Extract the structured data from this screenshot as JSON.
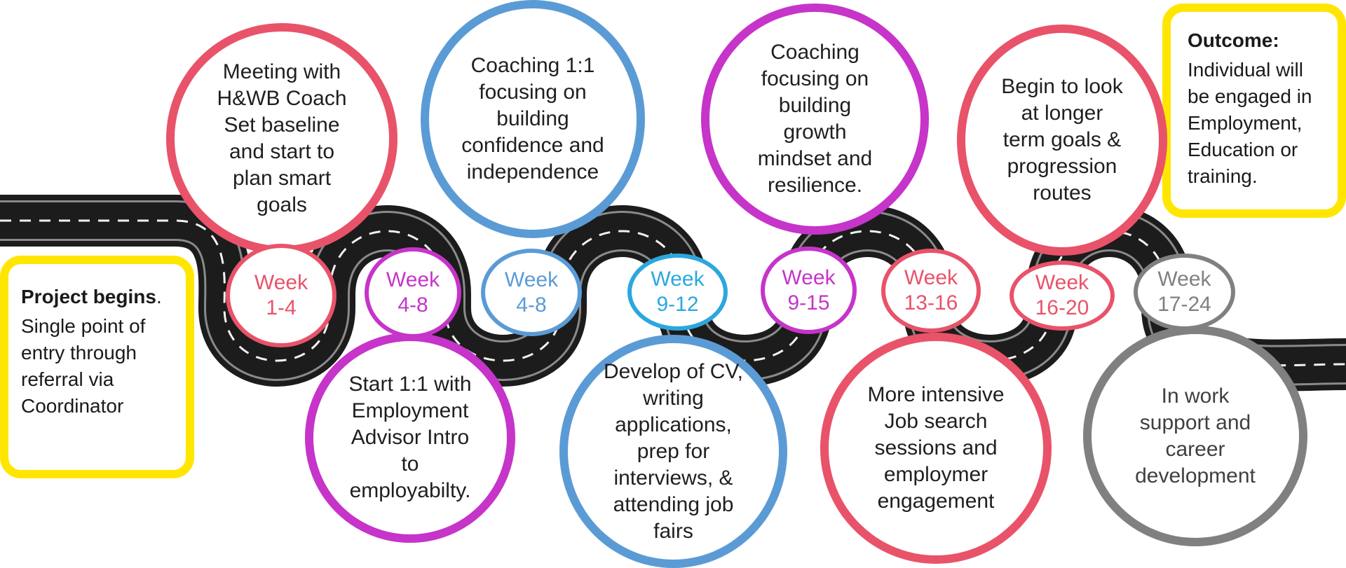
{
  "colors": {
    "red": "#E8536A",
    "purple": "#C634C9",
    "blue": "#5B9BD5",
    "light_blue": "#2BA7DE",
    "gray": "#808080",
    "yellow": "#FFE600",
    "road": "#1c1c1c"
  },
  "start_box": {
    "title": "Project begins",
    "title_suffix": ".",
    "text": "Single point of entry through referral via Coordinator"
  },
  "outcome_box": {
    "title": "Outcome:",
    "text": "Individual will be engaged in Employment, Education or training."
  },
  "stages": [
    {
      "week": "Week\n1-4",
      "text": "Meeting with\nH&WB Coach\nSet baseline\nand start to\nplan smart\ngoals",
      "color": "red"
    },
    {
      "week": "Week\n4-8",
      "text": "Start 1:1 with\nEmployment\nAdvisor Intro\nto\nemployabilty.",
      "color": "purple"
    },
    {
      "week": "Week\n4-8",
      "text": "Coaching 1:1\nfocusing on\nbuilding\nconfidence and\nindependence",
      "color": "blue"
    },
    {
      "week": "Week\n9-12",
      "text": "Develop of CV,\nwriting\napplications,\nprep for\ninterviews, &\nattending job\nfairs",
      "color": "blue"
    },
    {
      "week": "Week\n9-15",
      "text": "Coaching\nfocusing on\nbuilding\ngrowth\nmindset and\nresilience.",
      "color": "purple"
    },
    {
      "week": "Week\n13-16",
      "text": "More intensive\nJob search\nsessions and\nemploymer\nengagement",
      "color": "red"
    },
    {
      "week": "Week\n16-20",
      "text": "Begin to look\nat longer\nterm goals &\nprogression\nroutes",
      "color": "red"
    },
    {
      "week": "Week\n17-24",
      "text": "In work\nsupport and\ncareer\ndevelopment",
      "color": "gray"
    }
  ]
}
